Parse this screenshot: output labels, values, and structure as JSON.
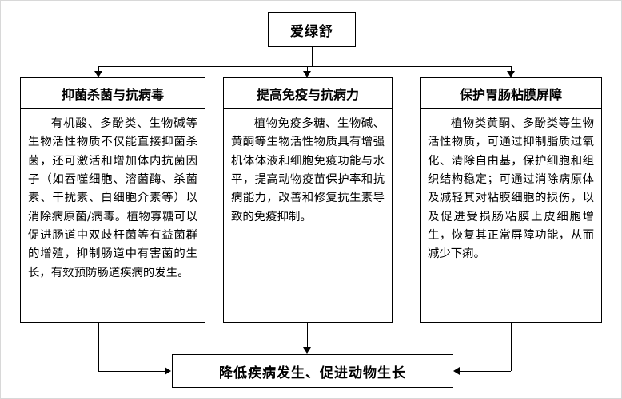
{
  "diagram": {
    "top_node": "爱绿舒",
    "columns": [
      {
        "header": "抑菌杀菌与抗病毒",
        "body": "有机酸、多酚类、生物碱等生物活性物质不仅能直接抑菌杀菌，还可激活和增加体内抗菌因子（如吞噬细胞、溶菌酶、杀菌素、干扰素、白细胞介素等）以消除病原菌/病毒。植物寡糖可以促进肠道中双歧杆菌等有益菌群的增殖，抑制肠道中有害菌的生长，有效预防肠道疾病的发生。"
      },
      {
        "header": "提高免疫与抗病力",
        "body": "植物免疫多糖、生物碱、黄酮等生物活性物质具有增强机体体液和细胞免疫功能与水平，提高动物疫苗保护率和抗病能力，改善和修复抗生素导致的免疫抑制。"
      },
      {
        "header": "保护胃肠粘膜屏障",
        "body": "植物类黄酮、多酚类等生物活性物质，可通过抑制脂质过氧化、清除自由基，保护细胞和组织结构稳定；可通过消除病原体及减轻其对粘膜细胞的损伤，以及促进受损肠粘膜上皮细胞增生，恢复其正常屏障功能，从而减少下痢。"
      }
    ],
    "bottom_node": "降低疾病发生、促进动物生长"
  }
}
